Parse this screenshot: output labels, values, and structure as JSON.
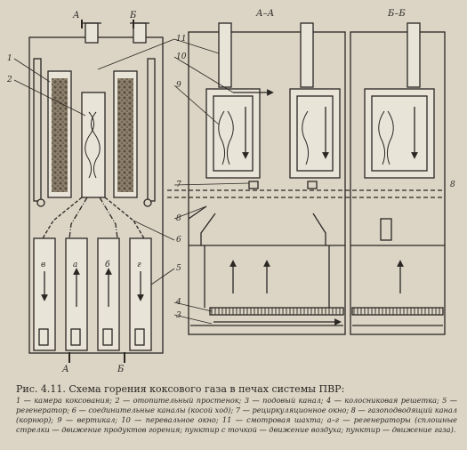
{
  "figure": {
    "caption_title": "Рис. 4.11. Схема горения коксового газа в печах системы ПВР:",
    "legend_text": "1 — камера коксования; 2 — отопительный простенок; 3 — подовый канал; 4 — колосниковая решетка; 5 — регенератор; 6 — соединительные каналы (косой ход); 7 — рециркуляционное окно; 8 — газоподводящий канал (корнюр); 9 — вертикал; 10 — перевальное окно; 11 — смотровая шахта; а–г — регенераторы (сплошные стрелки — движение продуктов горения; пунктир с точкой — движение воздуха; пунктир — движение газа)."
  },
  "sections": {
    "aa": "А–А",
    "bb": "Б–Б",
    "cut_a_top": "А",
    "cut_b_top": "Б",
    "cut_a_bottom": "А",
    "cut_b_bottom": "Б"
  },
  "callouts": {
    "n1": "1",
    "n2": "2",
    "n3": "3",
    "n4": "4",
    "n5": "5",
    "n6": "6",
    "n7": "7",
    "n8": "8",
    "n9": "9",
    "n10": "10",
    "n11": "11",
    "n8_right": "8"
  },
  "regenerators": {
    "v": "в",
    "a": "а",
    "b": "б",
    "g": "г"
  },
  "colors": {
    "paper": "#dcd5c6",
    "ink": "#2a2622",
    "panel": "#e9e4d8",
    "grid": "#3a342e"
  }
}
